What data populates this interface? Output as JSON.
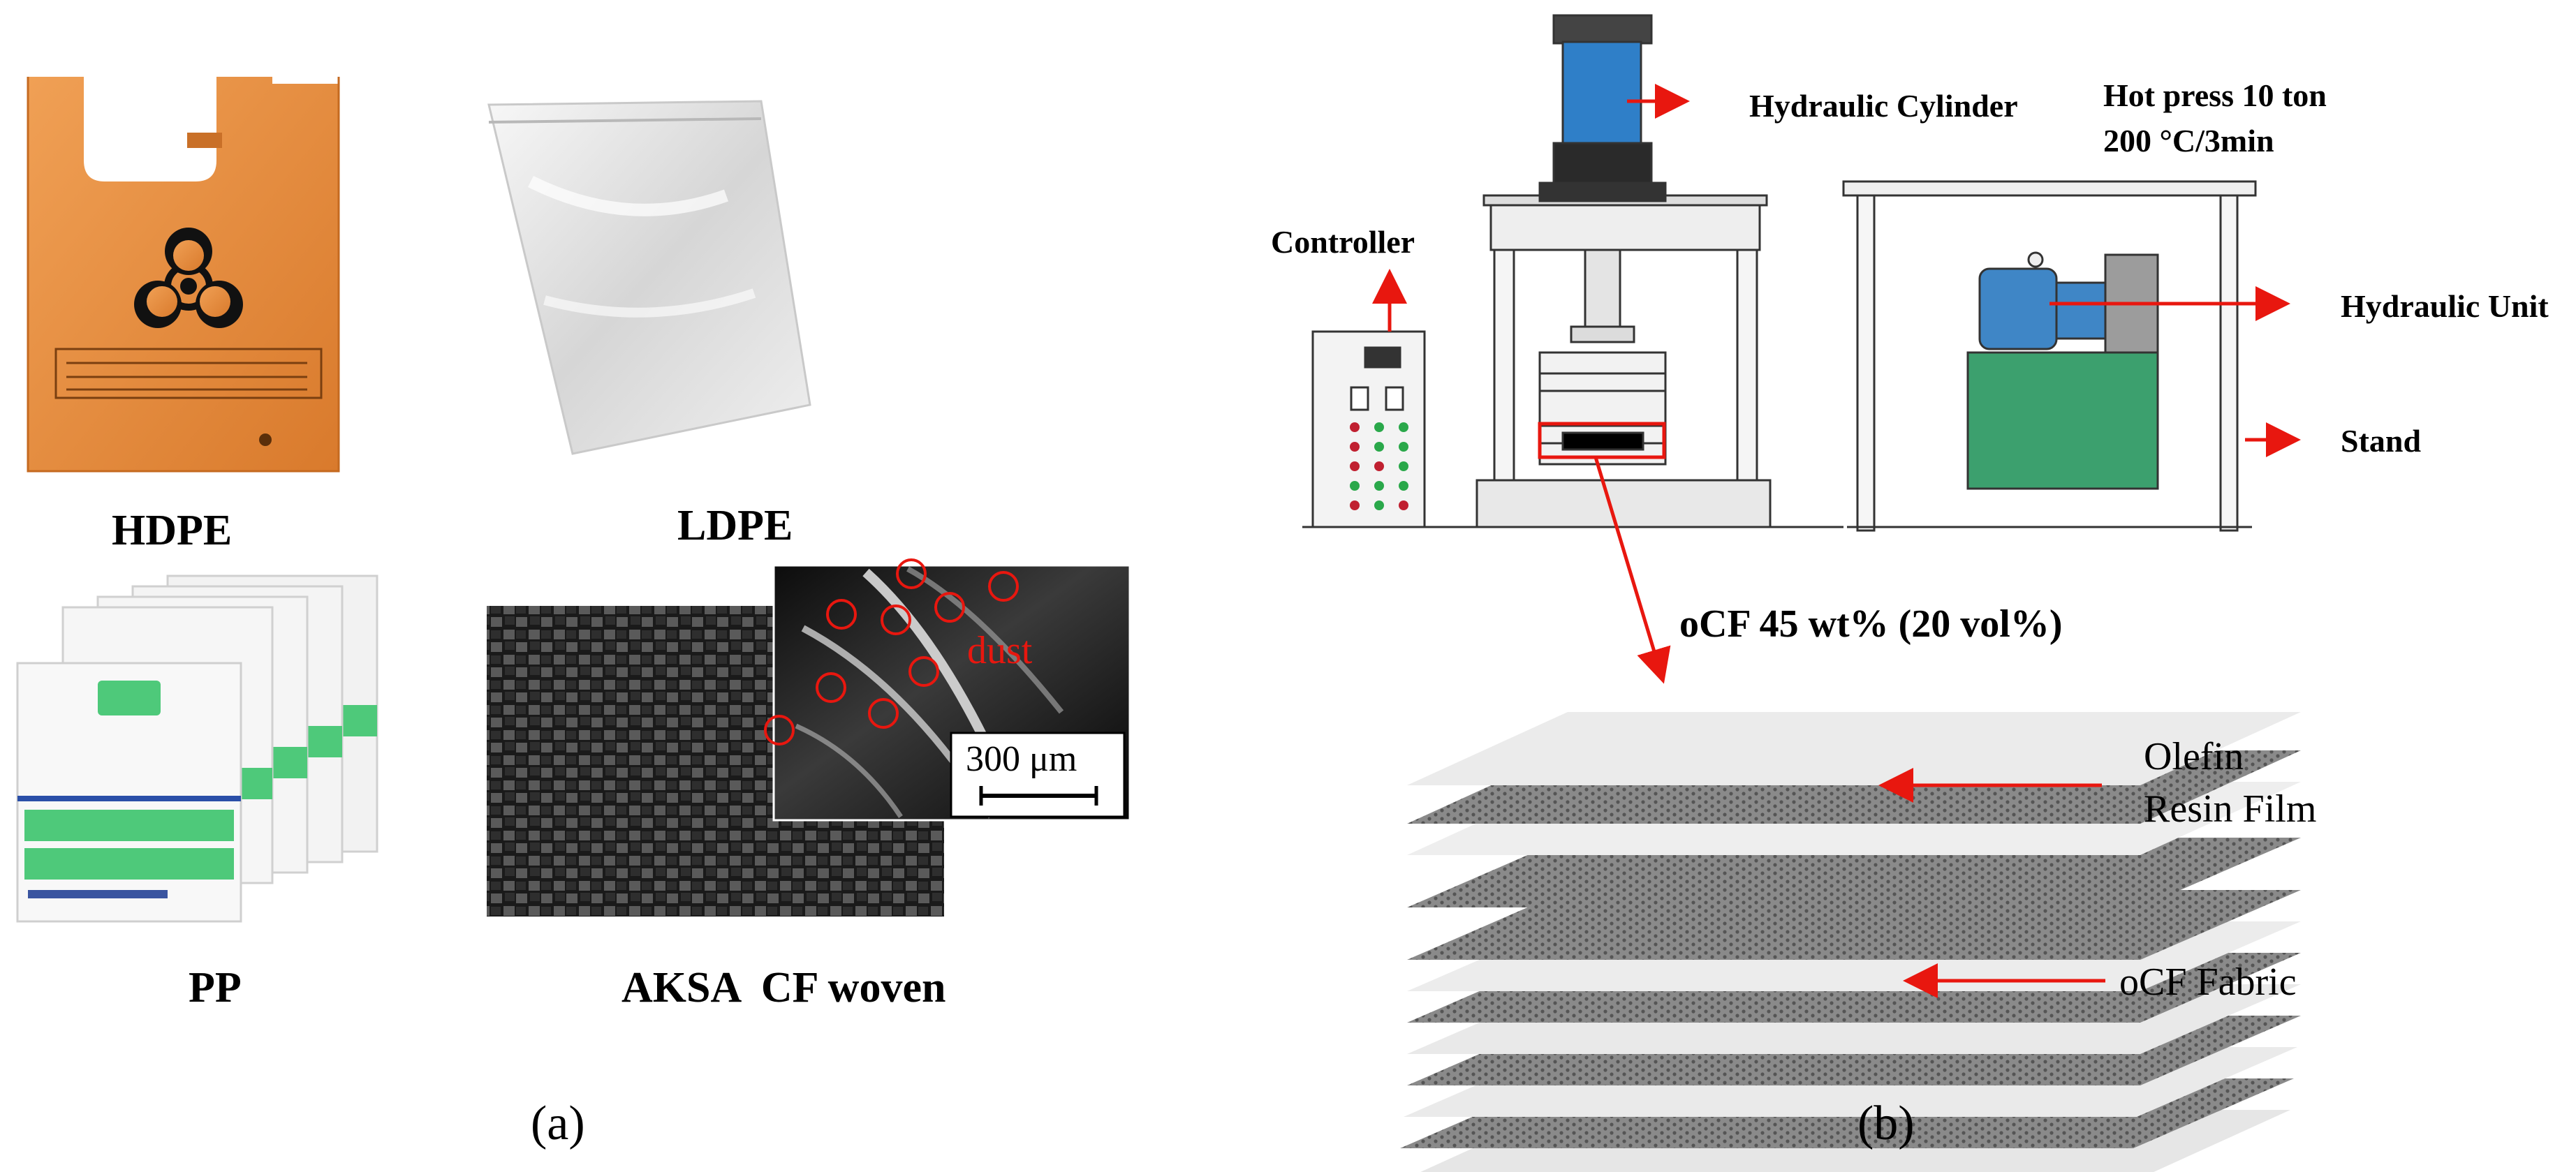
{
  "panel_a": {
    "caption": "(a)",
    "samples": [
      {
        "name": "HDPE"
      },
      {
        "name": "LDPE"
      },
      {
        "name": "PP"
      },
      {
        "name": "AKSA  CF woven"
      }
    ],
    "inset": {
      "annotation": "dust",
      "scale_bar": "300 μm"
    }
  },
  "panel_b": {
    "caption": "(b)",
    "press_spec_line1": "Hot press 10 ton",
    "press_spec_line2": "200 °C/3min",
    "callouts": {
      "hydraulic_cylinder": "Hydraulic Cylinder",
      "controller": "Controller",
      "hydraulic_unit": "Hydraulic Unit",
      "stand": "Stand"
    },
    "composite": "oCF 45 wt% (20 vol%)",
    "layers": {
      "film_line1": "Olefin",
      "film_line2": "Resin Film",
      "fabric": "oCF Fabric"
    }
  },
  "colors": {
    "arrow_red": "#e8170f",
    "cylinder_blue": "#2f7fc8",
    "motor_blue": "#3f86c6",
    "tank_green": "#3ca06e",
    "bag_orange": "#e98d3e",
    "pp_green": "#4ec97a"
  }
}
